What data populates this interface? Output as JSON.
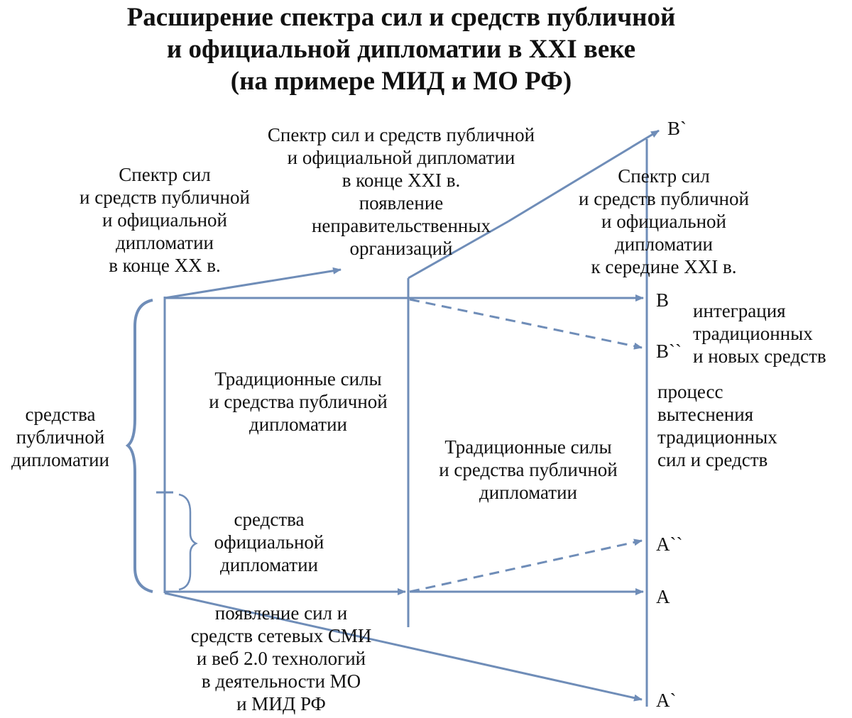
{
  "title": {
    "line1": "Расширение спектра сил и средств публичной",
    "line2": "и официальной дипломатии в XXI веке",
    "line3": "(на примере МИД и МО РФ)"
  },
  "spectrum_20c": [
    "Спектр сил",
    "и средств публичной",
    "и официальной",
    "дипломатии",
    "в конце XX в."
  ],
  "spectrum_end21c": [
    "Спектр сил и средств публичной",
    "и официальной дипломатии",
    "в конце XXI в.",
    "появление",
    "неправительственных",
    "организаций"
  ],
  "spectrum_mid21c": [
    "Спектр сил",
    "и средств публичной",
    "и официальной",
    "дипломатии",
    "к середине XXI в."
  ],
  "points": {
    "b_prime": "B`",
    "b": "B",
    "b_double": "B``",
    "a_double": "A``",
    "a": "A",
    "a_prime": "A`"
  },
  "integration": [
    "интеграция",
    "традиционных",
    "и новых средств"
  ],
  "displacement": [
    "процесс",
    "вытеснения",
    "традиционных",
    "сил и средств"
  ],
  "public_means": [
    "средства",
    "публичной",
    "дипломатии"
  ],
  "official_means": [
    "средства",
    "официальной",
    "дипломатии"
  ],
  "traditional_1": [
    "Традиционные силы",
    "и средства публичной",
    "дипломатии"
  ],
  "traditional_2": [
    "Традиционные силы",
    "и средства публичной",
    "дипломатии"
  ],
  "network_media": [
    "появление сил и",
    "средств сетевых СМИ",
    "и веб 2.0 технологий",
    "в деятельности МО",
    "и МИД РФ"
  ],
  "colors": {
    "line": "#6f8db8",
    "text": "#111111"
  }
}
